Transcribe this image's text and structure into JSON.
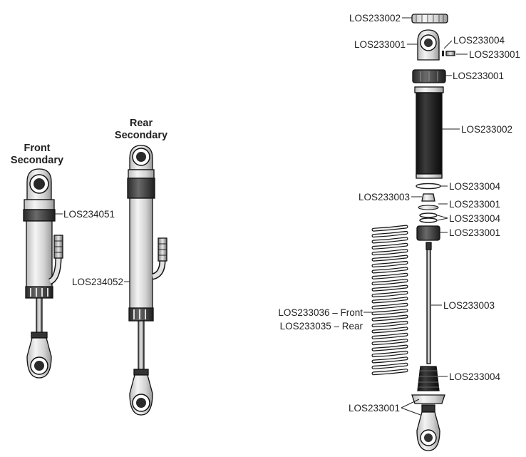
{
  "headings": {
    "front_line1": "Front",
    "front_line2": "Secondary",
    "rear_line1": "Rear",
    "rear_line2": "Secondary"
  },
  "labels": {
    "front_body": "LOS234051",
    "rear_body": "LOS234052",
    "cap_top": "LOS233002",
    "rod_end_top": "LOS233001",
    "bleed_oring": "LOS233004",
    "bleed_screw": "LOS233001",
    "collar": "LOS233001",
    "body": "LOS233002",
    "oring_a": "LOS233004",
    "nut": "LOS233003",
    "washer": "LOS233001",
    "oring_b": "LOS233004",
    "seal_cap": "LOS233001",
    "shaft": "LOS233003",
    "spring_front": "LOS233036 – Front",
    "spring_rear": "LOS233035 – Rear",
    "boot": "LOS233004",
    "lower_parts": "LOS233001"
  }
}
